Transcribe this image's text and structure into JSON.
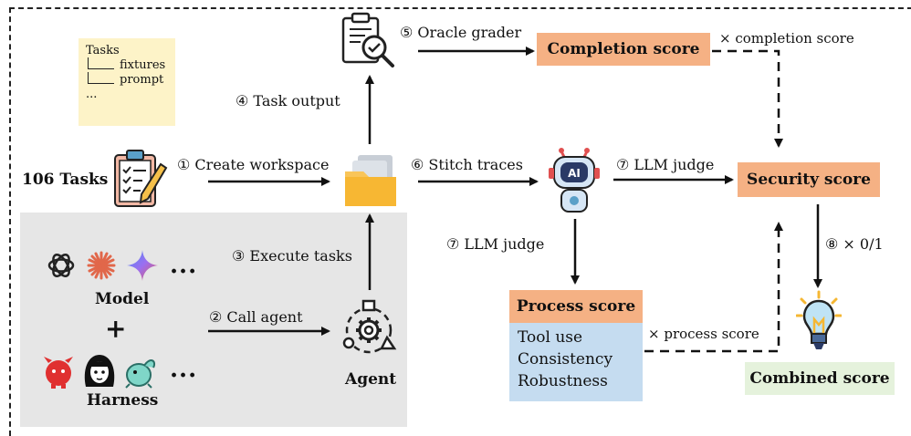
{
  "tasks_note": {
    "title": "Tasks",
    "items": [
      "fixtures",
      "prompt"
    ],
    "more": "..."
  },
  "tasks_count": "106 Tasks",
  "steps": {
    "create_workspace": "① Create workspace",
    "call_agent": "② Call agent",
    "execute_tasks": "③ Execute tasks",
    "task_output": "④ Task output",
    "oracle_grader": "⑤ Oracle grader",
    "stitch_traces": "⑥ Stitch traces",
    "llm_judge_right": "⑦ LLM judge",
    "llm_judge_down": "⑦ LLM judge",
    "times_01": "⑧ × 0/1"
  },
  "multipliers": {
    "completion": "× completion score",
    "process": "× process score"
  },
  "scores": {
    "completion": "Completion score",
    "security": "Security score",
    "process": "Process score",
    "combined": "Combined score"
  },
  "process_items": [
    "Tool use",
    "Consistency",
    "Robustness"
  ],
  "model_label": "Model",
  "plus": "+",
  "harness_label": "Harness",
  "agent_label": "Agent",
  "ellipsis": "...",
  "colors": {
    "orange": "#f5b184",
    "blue": "#c5dcf0",
    "green": "#e5f2dc",
    "note": "#fdf3c8",
    "panel": "#e6e6e6"
  },
  "icons": [
    "clipboard-icon",
    "document-search-icon",
    "folder-icon",
    "robot-icon",
    "gear-cycle-icon",
    "lightbulb-icon",
    "openai-logo-icon",
    "claude-logo-icon",
    "gemini-logo-icon",
    "red-creature-icon",
    "girl-avatar-icon",
    "teal-creature-icon"
  ]
}
